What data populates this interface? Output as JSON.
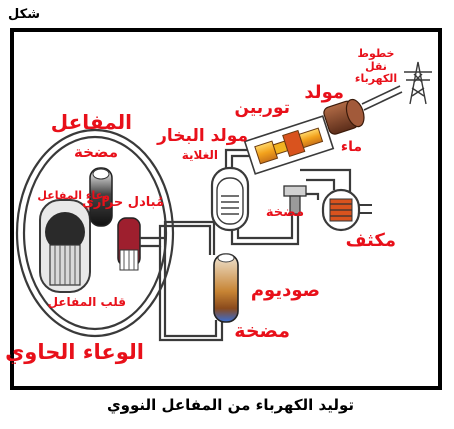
{
  "header_label": "شكل",
  "caption": "توليد الكهرباء من المفاعل النووي",
  "labels": {
    "reactor": "المفاعل",
    "pump_reactor": "مضخة",
    "reactor_vessel": "وعاء المفاعل",
    "heat_exchanger": "مُبادل حراري",
    "reactor_core": "قلب المفاعل",
    "containment": "الوعاء الحاوي",
    "steam_generator": "مولد البخار",
    "boiler": "الغلاية",
    "turbine": "توربين",
    "generator": "مولد",
    "transmission_lines": "خطوط نقل الكهرباء",
    "water": "ماء",
    "pump_steam": "مضخة",
    "condenser": "مكثف",
    "sodium": "صوديوم",
    "pump_sodium": "مضخة"
  },
  "colors": {
    "label_red": "#e8101a",
    "frame": "#000000",
    "pipe": "#3a3a3a",
    "turbine_yellow": "#f2b321",
    "turbine_orange": "#d9531e",
    "generator_brown": "#8a4a2e",
    "hot_red": "#9e1f2e",
    "sodium_brown": "#b8742a",
    "coolant_blue": "#3a6fd6"
  }
}
